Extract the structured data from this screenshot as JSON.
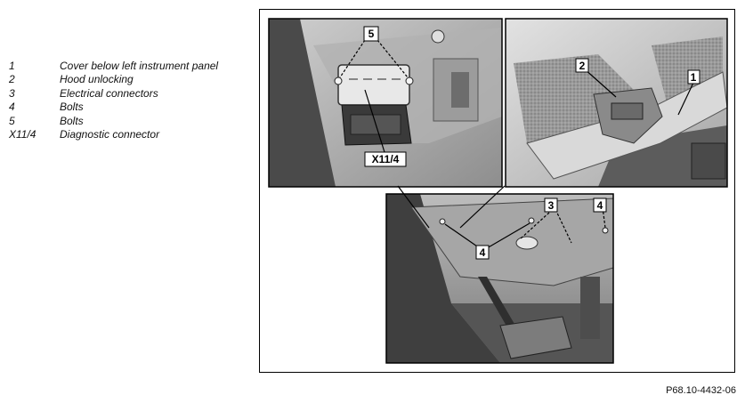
{
  "legend": [
    {
      "key": "1",
      "text": "Cover below left instrument panel"
    },
    {
      "key": "2",
      "text": "Hood unlocking"
    },
    {
      "key": "3",
      "text": "Electrical connectors"
    },
    {
      "key": "4",
      "text": "Bolts"
    },
    {
      "key": "5",
      "text": "Bolts"
    },
    {
      "key": "X11/4",
      "text": "Diagnostic connector"
    }
  ],
  "callouts": {
    "left_photo_bolts": "5",
    "left_photo_connector": "X11/4",
    "right_photo_hood": "2",
    "right_photo_cover": "1",
    "bottom_photo_connectors": "3",
    "bottom_photo_bolts_left": "4",
    "bottom_photo_bolts_right": "4"
  },
  "reference_code": "P68.10-4432-06"
}
